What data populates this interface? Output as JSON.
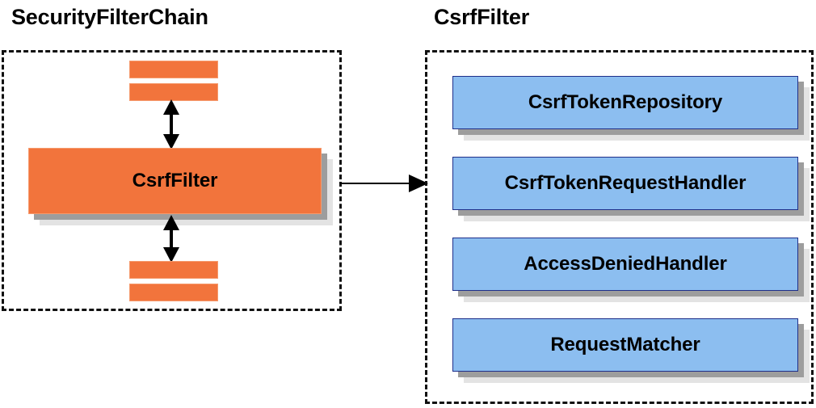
{
  "diagram": {
    "background_color": "#ffffff",
    "panels": [
      {
        "id": "security-filter-chain",
        "title": "SecurityFilterChain",
        "border_style": "dashed",
        "border_color": "#111111",
        "filters_above": [
          "",
          ""
        ],
        "main_component": {
          "label": "CsrfFilter",
          "fill_color": "#F2743C"
        },
        "filters_below": [
          "",
          ""
        ]
      },
      {
        "id": "csrf-filter",
        "title": "CsrfFilter",
        "border_style": "dashed",
        "border_color": "#111111",
        "components": [
          {
            "label": "CsrfTokenRepository",
            "fill_color": "#8CBEF0"
          },
          {
            "label": "CsrfTokenRequestHandler",
            "fill_color": "#8CBEF0"
          },
          {
            "label": "AccessDeniedHandler",
            "fill_color": "#8CBEF0"
          },
          {
            "label": "RequestMatcher",
            "fill_color": "#8CBEF0"
          }
        ]
      }
    ],
    "connectors": [
      {
        "id": "csrffilter-to-upper-filters",
        "type": "double-headed-vertical-arrow",
        "color": "#000000"
      },
      {
        "id": "csrffilter-to-lower-filters",
        "type": "double-headed-vertical-arrow",
        "color": "#000000"
      },
      {
        "id": "csrffilter-to-csrffilter-detail",
        "type": "single-headed-horizontal-arrow",
        "color": "#000000"
      }
    ],
    "colors": {
      "orange": "#F2743C",
      "orange_border": "#f59a6d",
      "blue": "#8CBEF0",
      "blue_border": "#1f2f8a",
      "shadow_dark": "#9d9d9d",
      "shadow_light": "#e3e3e3",
      "text": "#000000"
    }
  }
}
